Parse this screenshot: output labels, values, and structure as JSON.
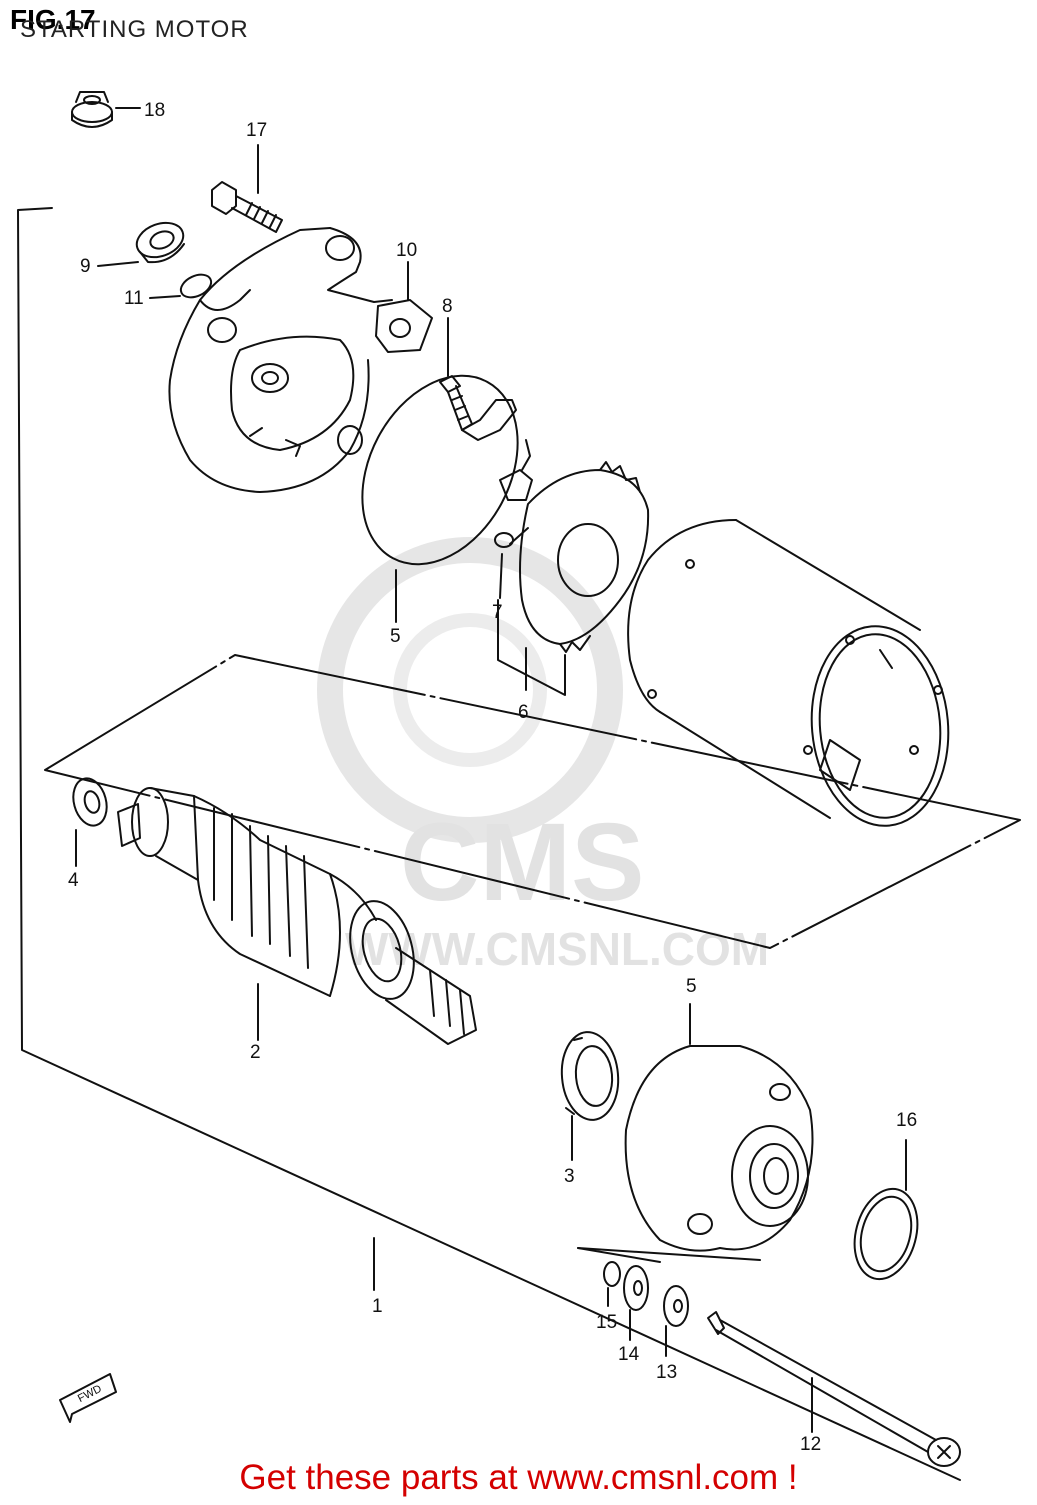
{
  "header": {
    "figure_label": "FIG.17",
    "subtitle": "STARTING MOTOR"
  },
  "watermark": {
    "brand": "CMS",
    "url": "WWW.CMSNL.COM"
  },
  "callouts": {
    "p1": "1",
    "p2": "2",
    "p3": "3",
    "p4": "4",
    "p5a": "5",
    "p5b": "5",
    "p6": "6",
    "p7": "7",
    "p8": "8",
    "p9": "9",
    "p10": "10",
    "p11": "11",
    "p12": "12",
    "p13": "13",
    "p14": "14",
    "p15": "15",
    "p16": "16",
    "p17": "17",
    "p18": "18"
  },
  "fwd_marker": "FWD",
  "footer": {
    "text": "Get these parts at www.cmsnl.com !"
  },
  "colors": {
    "line": "#111111",
    "watermark": "#e2e2e2",
    "footer": "#d40000"
  }
}
